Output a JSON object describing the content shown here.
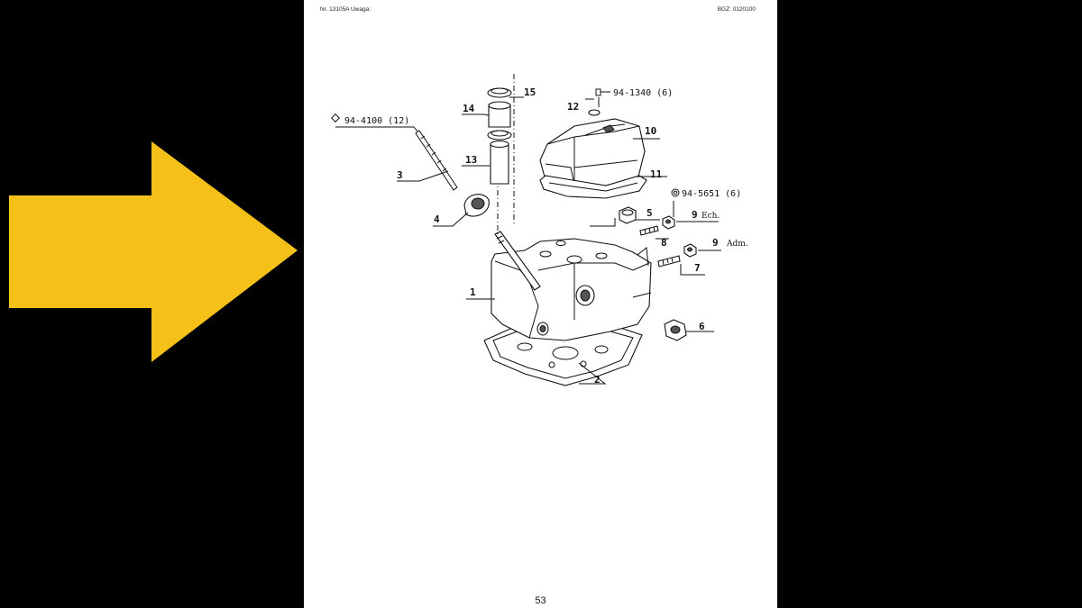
{
  "header": {
    "left": "Nr. 13105A   Uwaga:",
    "right": "BGZ: 0120100"
  },
  "page_number": "53",
  "colors": {
    "arrow": "#f5c118",
    "background": "#000000",
    "page": "#ffffff"
  },
  "callouts": {
    "c1": "1",
    "c2": "2",
    "c3": "3",
    "c4": "4",
    "c5": "5",
    "c6": "6",
    "c7": "7",
    "c8": "8",
    "c9a": "9",
    "c9b": "9",
    "c10": "10",
    "c11": "11",
    "c12": "12",
    "c13": "13",
    "c14": "14",
    "c15": "15"
  },
  "references": {
    "ref1": "94-4100 (12)",
    "ref2": "94-1340 (6)",
    "ref3": "94-5651 (6)"
  },
  "annotations": {
    "ech": "Ech.",
    "adm": "Adm."
  }
}
